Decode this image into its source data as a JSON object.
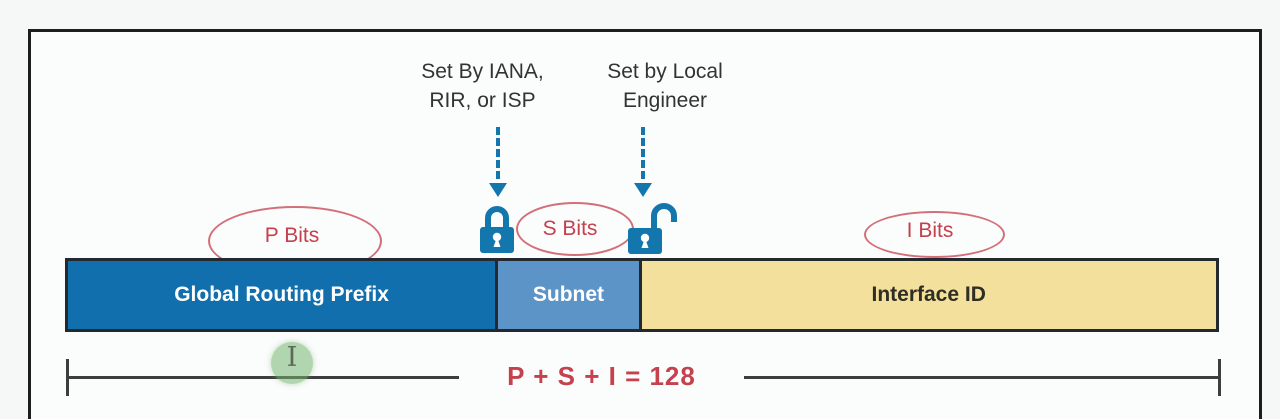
{
  "figure": {
    "annotations": {
      "iana": {
        "line1": "Set By IANA,",
        "line2": "RIR, or ISP"
      },
      "engineer": {
        "line1": "Set by Local",
        "line2": "Engineer"
      }
    },
    "bit_labels": {
      "p": "P Bits",
      "s": "S Bits",
      "i": "I Bits"
    },
    "segments": [
      {
        "label": "Global Routing Prefix",
        "color": "#106fac",
        "text_color": "#ffffff"
      },
      {
        "label": "Subnet",
        "color": "#5d94c7",
        "text_color": "#ffffff"
      },
      {
        "label": "Interface ID",
        "color": "#f3e09c",
        "text_color": "#2e2e24"
      }
    ],
    "equation": "P + S + I = 128",
    "colors": {
      "accent_red": "#c5414d",
      "arrow_lock_blue": "#1377ad",
      "cursor_green": "#75b56e",
      "frame_border": "#1d1d1d",
      "measure_line": "#3e3e3e"
    }
  }
}
